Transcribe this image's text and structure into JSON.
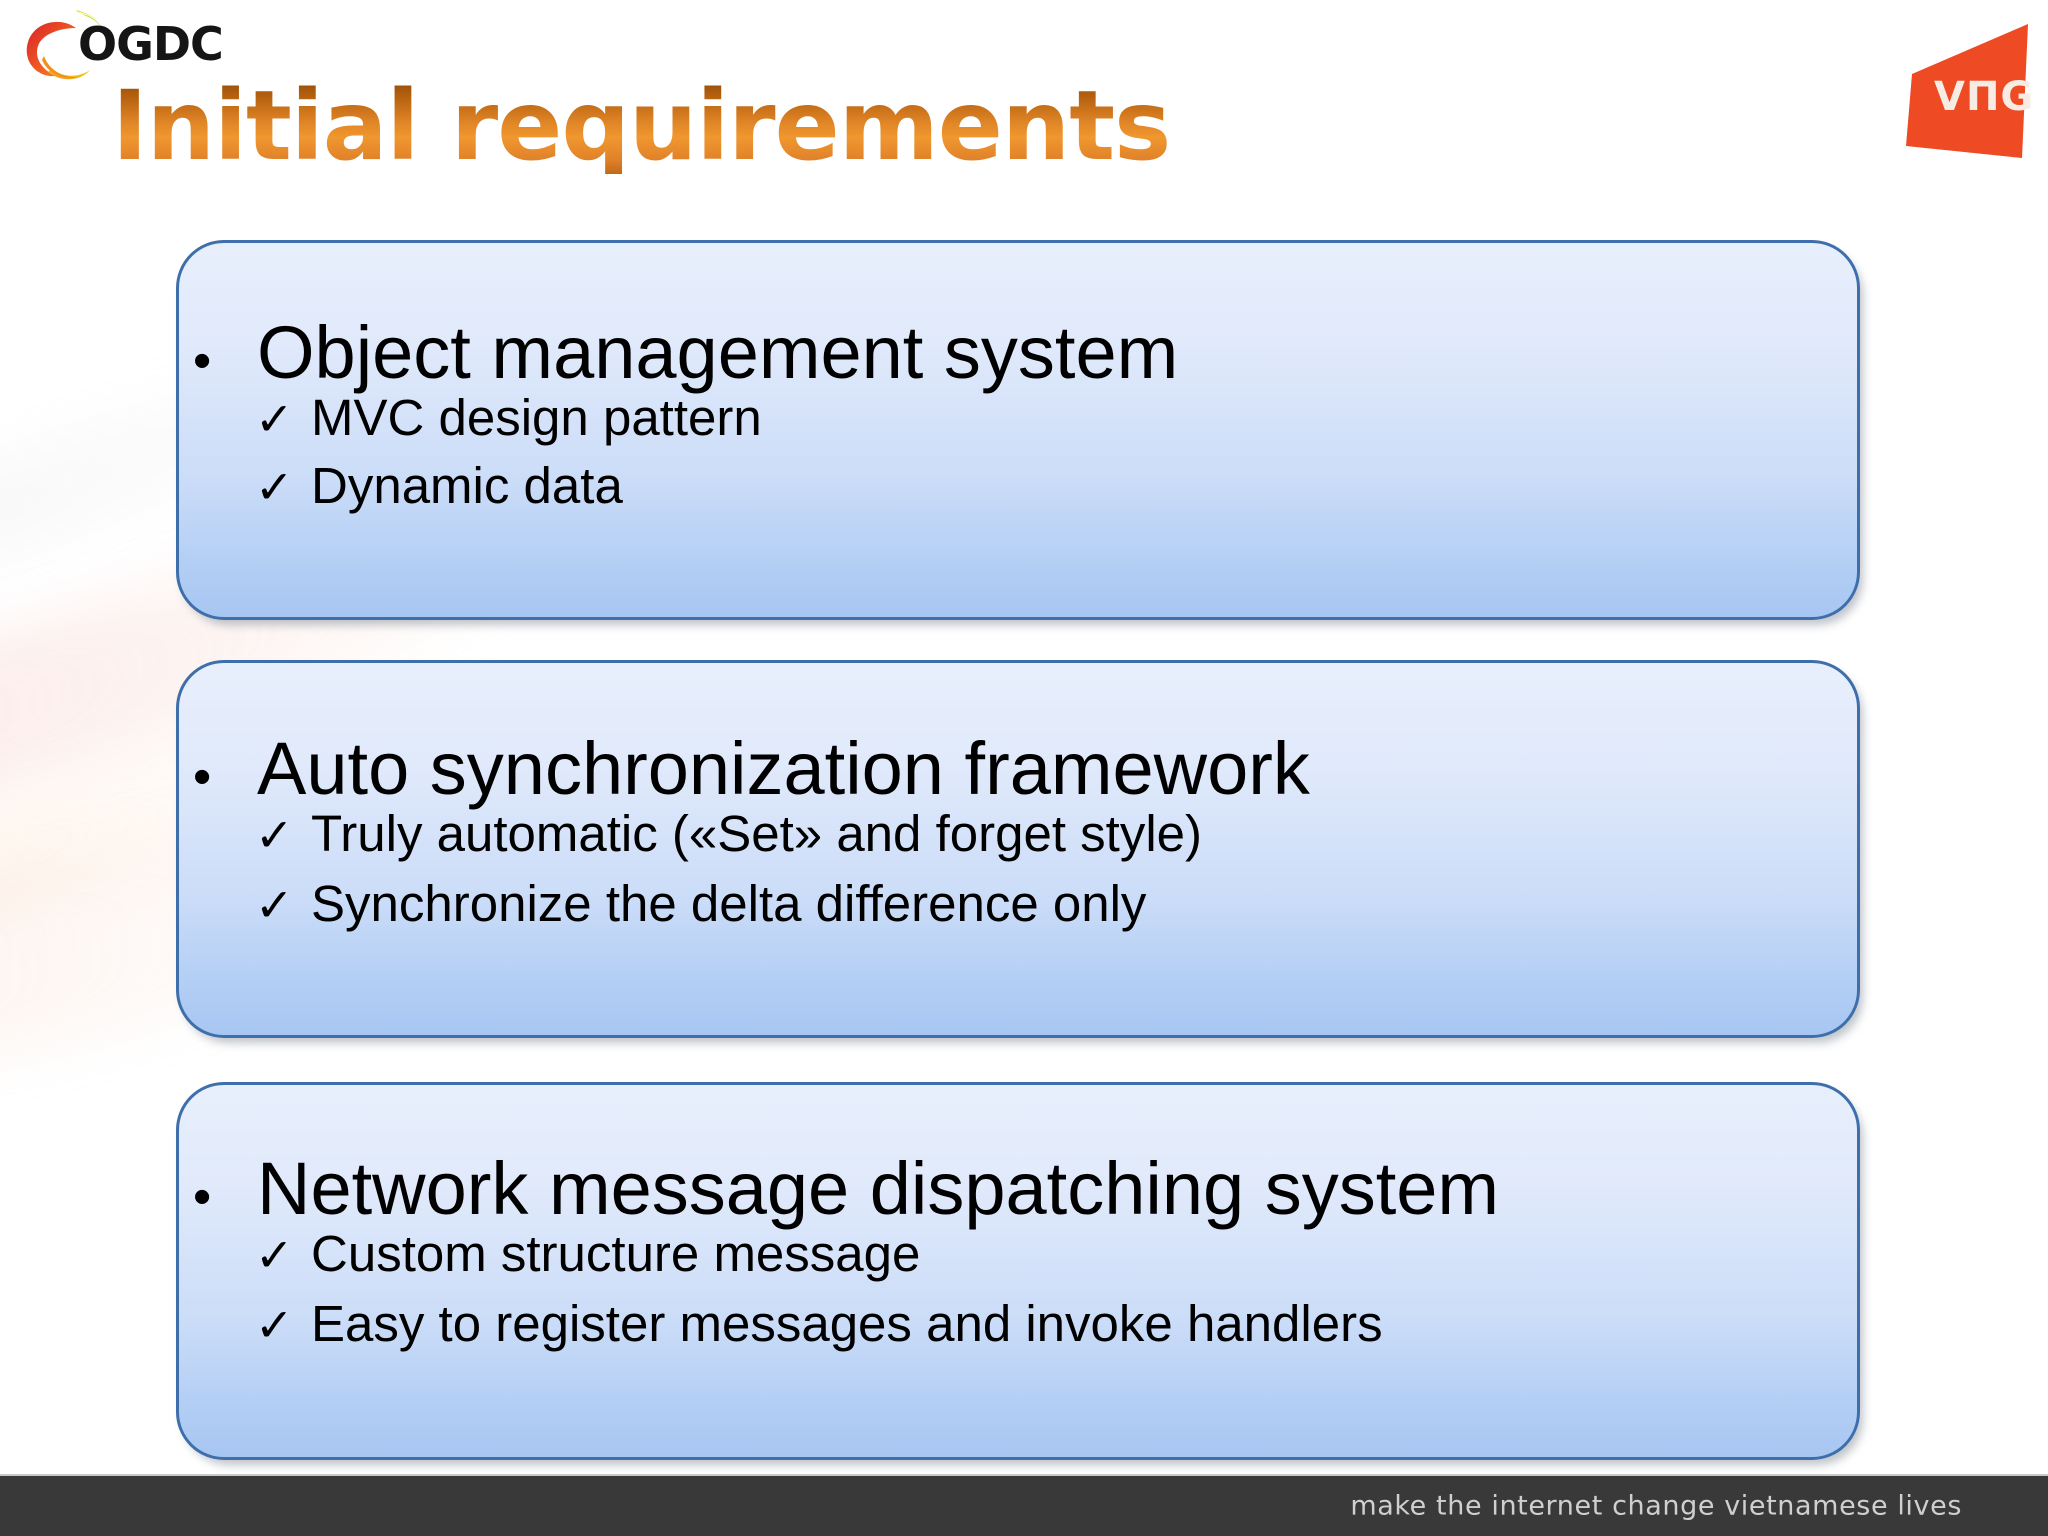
{
  "slide": {
    "title": "Initial requirements",
    "brand_logo_text": "OGDC",
    "corner_logo_text": "VNG",
    "accent_color": "#e0862a",
    "box_border_color": "#3e6fab",
    "box_fill_top": "#e8effc",
    "box_fill_bottom": "#a7c6f2",
    "footer_bg_color": "#393939"
  },
  "icons": {
    "bullet": "•",
    "check": "✓"
  },
  "boxes": [
    {
      "heading": "Object management system",
      "items": [
        "MVC design pattern",
        "Dynamic data"
      ]
    },
    {
      "heading": "Auto synchronization framework",
      "items": [
        "Truly automatic («Set» and forget style)",
        "Synchronize the delta difference only"
      ]
    },
    {
      "heading": "Network message dispatching system",
      "items": [
        "Custom structure message",
        "Easy to register messages and invoke handlers"
      ]
    }
  ],
  "footer": {
    "tagline": "make the internet change vietnamese lives"
  }
}
